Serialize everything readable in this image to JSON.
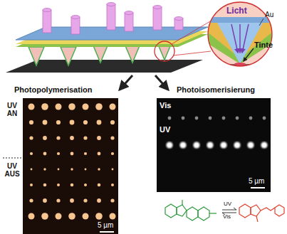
{
  "diagram": {
    "labels": [
      "Licht",
      "Au",
      "Tinte",
      "Photopolymerisation",
      "Photoisomerisierung",
      "UV AN",
      "UV AUS",
      "5 µm",
      "Vis",
      "UV",
      "5 µm",
      "UV",
      "Vis"
    ]
  }
}
